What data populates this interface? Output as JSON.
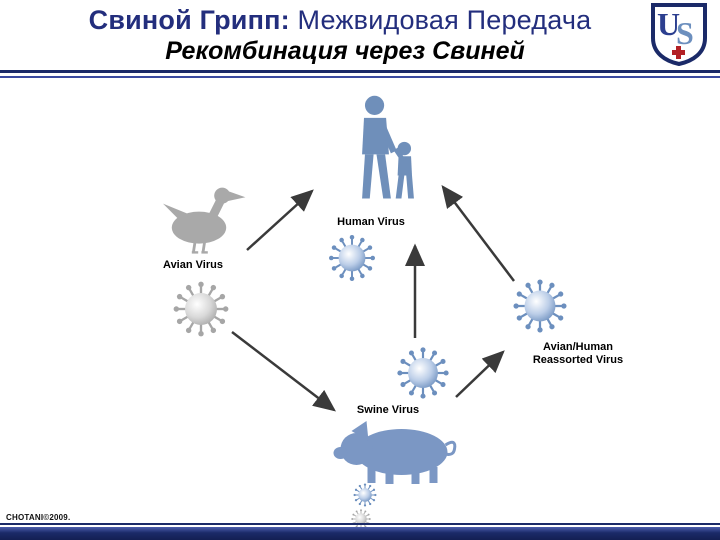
{
  "slide": {
    "title": {
      "part1": "Свиной Грипп:",
      "part2": " Межвидовая Передача"
    },
    "subtitle": "Рекомбинация через Свиней",
    "credit": "CHOTANI©2009."
  },
  "logo": {
    "letter_u": "U",
    "letter_s": "S"
  },
  "diagram": {
    "human_virus_label": "Human Virus",
    "avian_virus_label": "Avian Virus",
    "swine_virus_label": "Swine Virus",
    "reassorted_line1": "Avian/Human",
    "reassorted_line2": "Reassorted Virus"
  },
  "colors": {
    "accent_navy": "#1b2a68",
    "title_navy": "#232e7d",
    "figure_blue": "#6f8fba",
    "pig_blue": "#7b97c4",
    "duck_gray": "#a9a9a9",
    "virus_blue": "#6c8fbe",
    "virus_blue_light": "#bccee8",
    "virus_gray": "#a6a6a6",
    "virus_gray_light": "#d9d9d9",
    "arrow": "#3a3a3a",
    "logo_red": "#b32025"
  }
}
